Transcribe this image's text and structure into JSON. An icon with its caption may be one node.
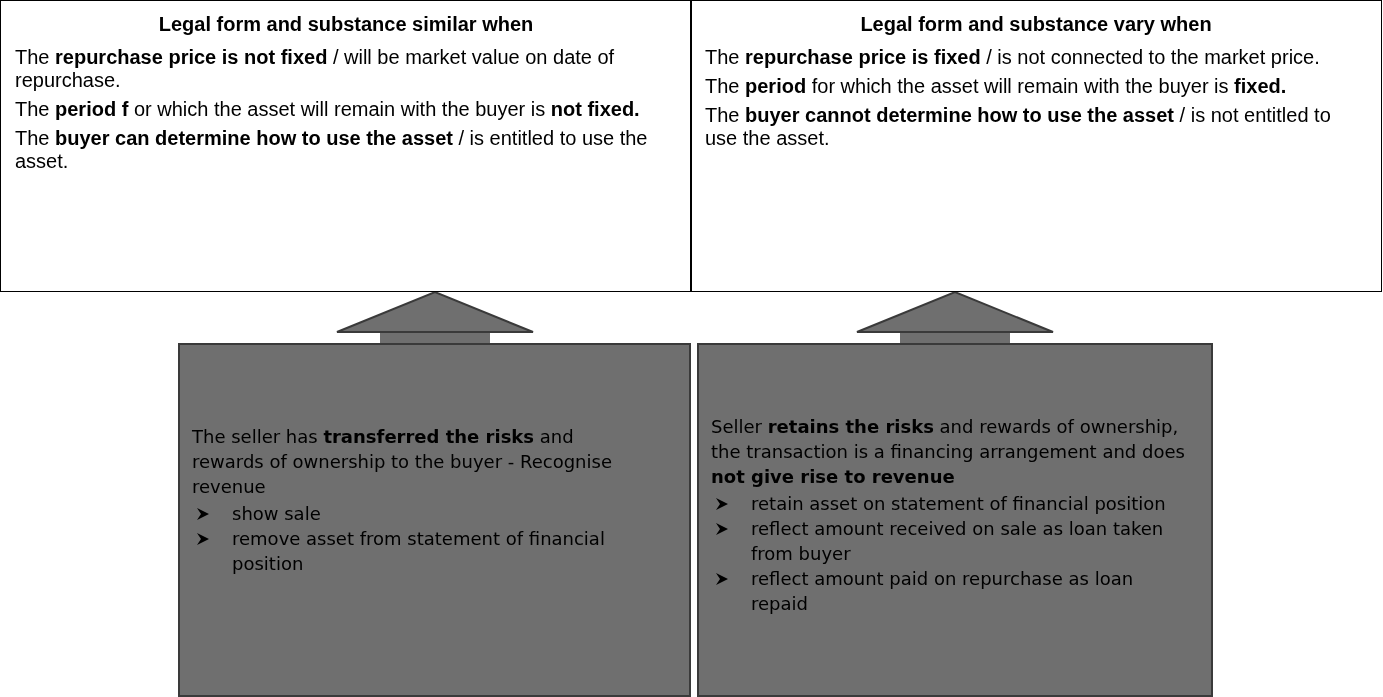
{
  "diagram": {
    "nodes": [
      {
        "text": [
          "Legal form and substance similar when",
          "The **repurchase price is not fixed** / will be market value on date of repurchase.",
          "The **period f** or which the asset will remain with the buyer is **not fixed.**",
          "The **buyer can determine how to use the asset** / is entitled to use the asset."
        ]
      },
      {
        "text": [
          "Legal form and substance vary when",
          "The **repurchase price is fixed** / is not connected to the market price.",
          "The **period** for which the asset will remain with the buyer is **fixed.**",
          "The **buyer cannot determine how to use the asset** / is not entitled to use the asset."
        ]
      },
      {
        "text": [
          "The seller has **transferred the risks** and rewards of ownership to the buyer - Recognise revenue",
          "show sale",
          "remove asset from statement of financial position"
        ]
      },
      {
        "text": [
          "Seller **retains the risks** and rewards of ownership, the transaction is a financing arrangement and does **not give rise to revenue**",
          "retain asset on statement of financial position",
          "reflect amount received on sale as loan taken from buyer",
          "reflect amount paid on repurchase as loan repaid"
        ]
      }
    ],
    "edges": [
      {
        "from": 2,
        "to": 0,
        "arrow": "to"
      },
      {
        "from": 3,
        "to": 1,
        "arrow": "to"
      }
    ]
  }
}
